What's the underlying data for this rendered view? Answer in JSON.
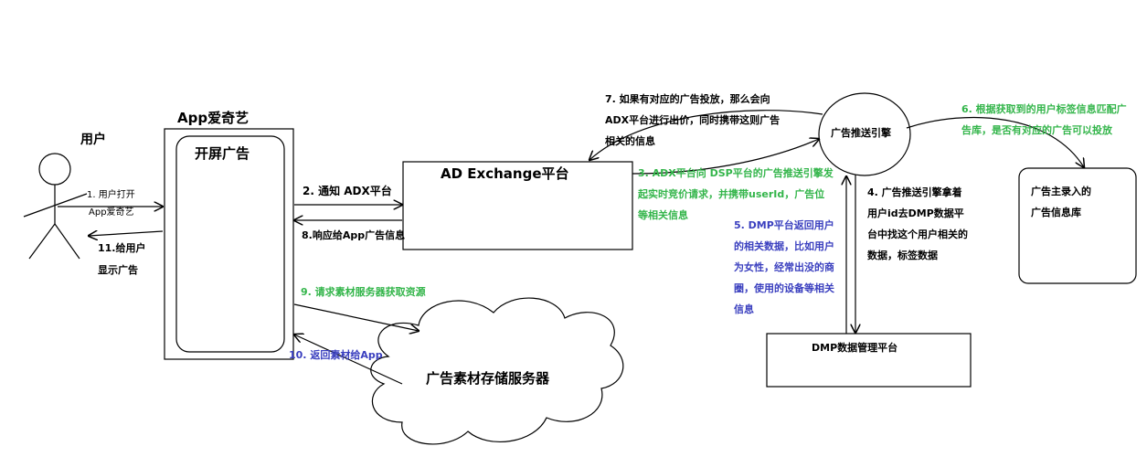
{
  "nodes": {
    "user": "用户",
    "app": "App爱奇艺",
    "splash": "开屏广告",
    "adx": "AD Exchange平台",
    "engine": "广告推送引擎",
    "adlib": [
      "广告主录入的",
      "广告信息库"
    ],
    "dmp": "DMP数据管理平台",
    "storage": "广告素材存储服务器"
  },
  "steps": {
    "s1": [
      "1. 用户打开",
      "App爱奇艺"
    ],
    "s2": "2. 通知 ADX平台",
    "s3": [
      "3. ADX平台向 DSP平台的广告推送引擎发",
      "起实时竞价请求，并携带userId，广告位",
      "等相关信息"
    ],
    "s4": [
      "4. 广告推送引擎拿着",
      "用户id去DMP数据平",
      "台中找这个用户相关的",
      "数据，标签数据"
    ],
    "s5": [
      "5. DMP平台返回用户",
      "的相关数据，比如用户",
      "为女性，经常出没的商",
      "圈，使用的设备等相关",
      "信息"
    ],
    "s6": [
      "6. 根据获取到的用户标签信息匹配广",
      "告库，是否有对应的广告可以投放"
    ],
    "s7": [
      "7. 如果有对应的广告投放，那么会向",
      "ADX平台进行出价，同时携带这则广告",
      "相关的信息"
    ],
    "s8": "8.响应给App广告信息",
    "s9": "9. 请求素材服务器获取资源",
    "s10": "10. 返回素材给App",
    "s11": [
      "11.给用户",
      "显示广告"
    ]
  },
  "colors": {
    "green": "#33b54a",
    "blue": "#3a3fbf",
    "line": "#000000"
  }
}
